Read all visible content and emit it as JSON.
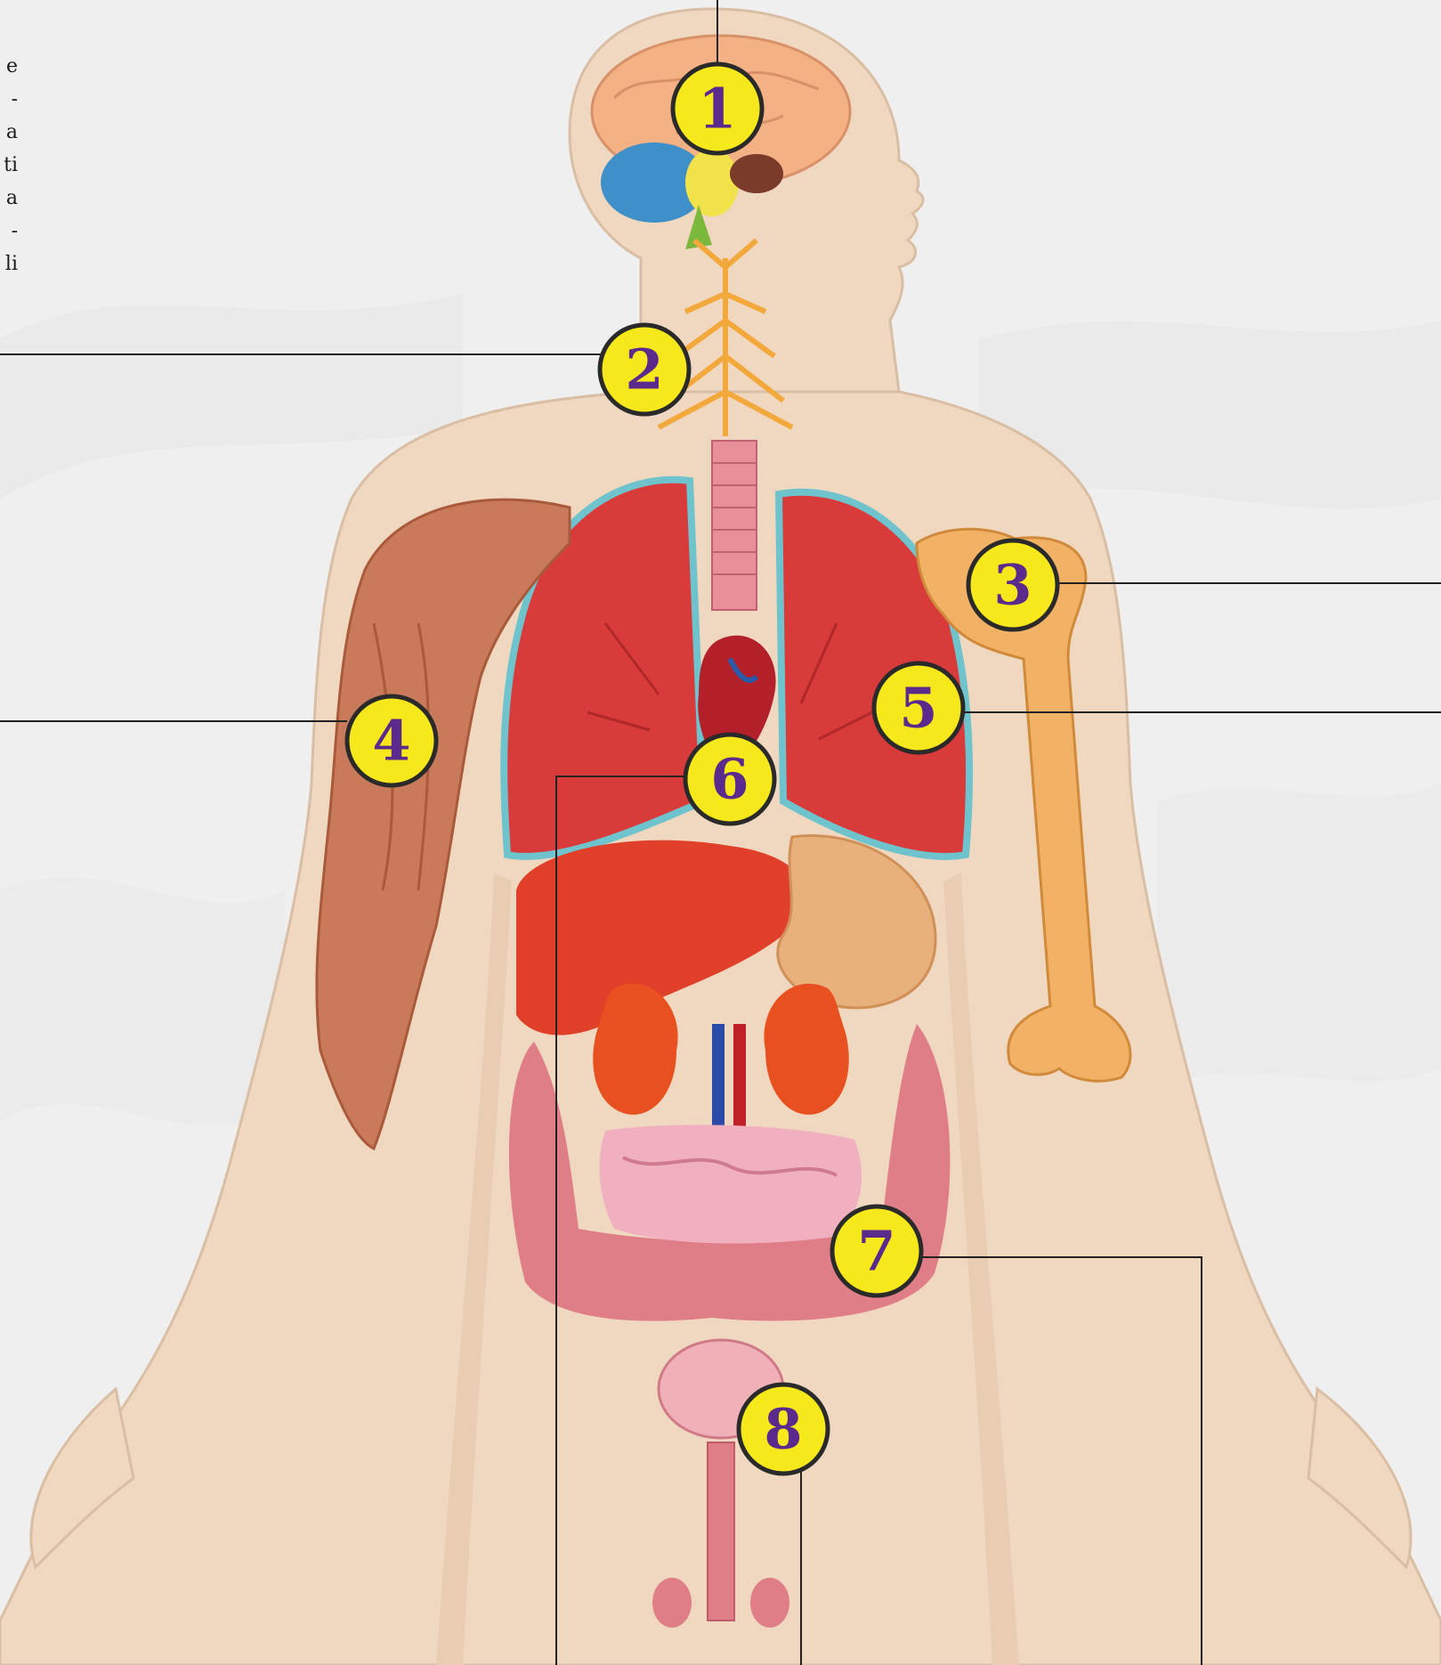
{
  "markers": [
    {
      "id": "1",
      "label": "1",
      "organ": "brain"
    },
    {
      "id": "2",
      "label": "2",
      "organ": "spinal-cord"
    },
    {
      "id": "3",
      "label": "3",
      "organ": "humerus-bone"
    },
    {
      "id": "4",
      "label": "4",
      "organ": "arm-muscle"
    },
    {
      "id": "5",
      "label": "5",
      "organ": "lungs"
    },
    {
      "id": "6",
      "label": "6",
      "organ": "heart"
    },
    {
      "id": "7",
      "label": "7",
      "organ": "intestines"
    },
    {
      "id": "8",
      "label": "8",
      "organ": "reproductive-organs"
    }
  ],
  "side_text_fragments": [
    "e",
    "-",
    "a",
    "ti",
    "a",
    "-",
    "li"
  ],
  "colors": {
    "background": "#efefef",
    "skin": "#f0d8c0",
    "marker_fill": "#f7e81b",
    "marker_stroke": "#2a2a2a",
    "marker_text": "#5a2a8c",
    "lung": "#d93a3a",
    "lung_outline": "#6fc3cc",
    "bone": "#f2b266",
    "muscle": "#c97a5a",
    "liver": "#e0402a",
    "stomach": "#e8b07a",
    "kidney": "#e85020",
    "intestine": "#e8909a",
    "nerve": "#f2a83a",
    "leader_line": "#222222"
  }
}
